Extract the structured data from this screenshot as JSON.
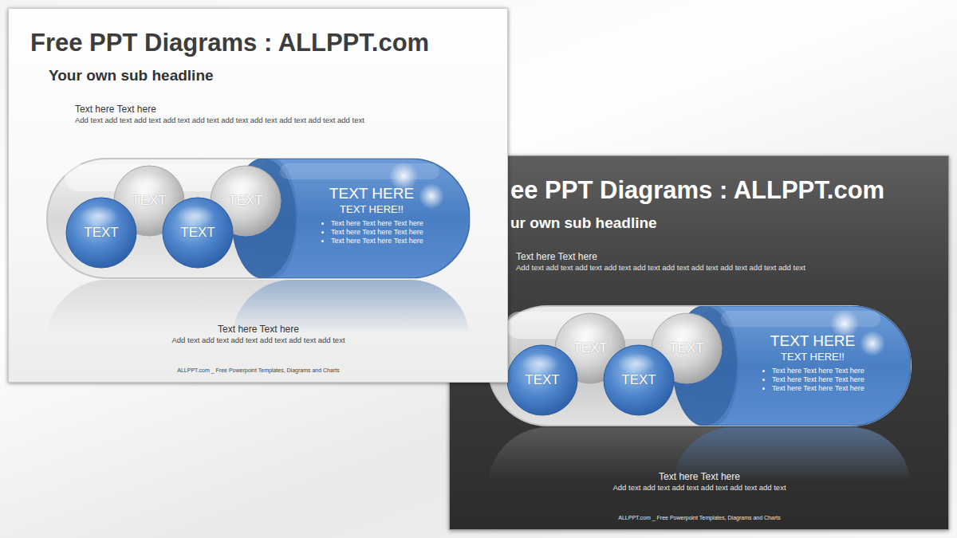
{
  "diagram": {
    "nodes": [
      {
        "text": [
          "Free PPT Diagrams : ALLPPT.com",
          "Your own sub headline",
          "Text here Text here",
          "Add text add text add text add text add text add text add text add text add text add text",
          "Text here Text here",
          "Add text add text add text add text add text add text",
          "ALLPPT.com _ Free Powerpoint Templates, Diagrams and Charts"
        ]
      },
      {
        "text": [
          "TEXT"
        ],
        "in": 0
      },
      {
        "text": [
          "TEXT"
        ],
        "in": 0
      },
      {
        "text": [
          "TEXT"
        ],
        "in": 0
      },
      {
        "text": [
          "TEXT"
        ],
        "in": 0
      },
      {
        "text": [
          "TEXT HERE",
          "TEXT HERE!!",
          "Text here Text here Text here",
          "Text here Text here Text here",
          "Text here Text here Text here"
        ],
        "in": 0
      },
      {
        "text": [
          "ee PPT Diagrams : ALLPPT.com",
          "ur own sub headline",
          "Text here Text here",
          "Add text add text add text add text add text add text add text add text add text add text",
          "Text here Text here",
          "Add text add text add text add text add text add text",
          "ALLPPT.com _ Free Powerpoint Templates, Diagrams and Charts"
        ]
      },
      {
        "text": [
          "TEXT"
        ],
        "in": 6
      },
      {
        "text": [
          "TEXT"
        ],
        "in": 6
      },
      {
        "text": [
          "TEXT"
        ],
        "in": 6
      },
      {
        "text": [
          "TEXT"
        ],
        "in": 6
      },
      {
        "text": [
          "TEXT HERE",
          "TEXT HERE!!",
          "Text here Text here Text here",
          "Text here Text here Text here",
          "Text here Text here Text here"
        ],
        "in": 6
      }
    ]
  }
}
